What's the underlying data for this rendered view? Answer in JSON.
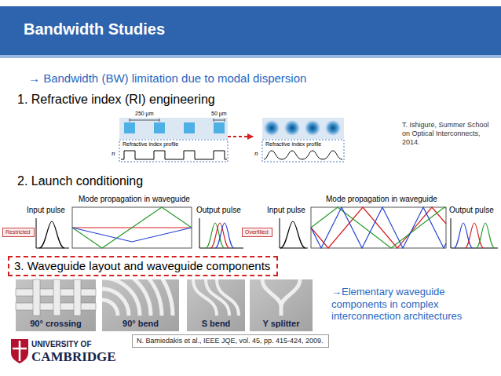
{
  "diagram": {
    "title": "Bandwidth Studies",
    "nodes": [
      {
        "text": [
          "250 µm",
          "50 µm",
          "Refractive index profile",
          "n"
        ]
      },
      {
        "text": [
          "Refractive index profile",
          "n"
        ]
      },
      {
        "text": [
          "Restricted"
        ]
      },
      {
        "text": [
          "Overfilled"
        ]
      },
      {
        "text": [
          "3. Waveguide layout and waveguide components"
        ]
      },
      {
        "text": [
          "90° crossing"
        ]
      },
      {
        "text": [
          "90° bend"
        ]
      },
      {
        "text": [
          "S bend"
        ]
      },
      {
        "text": [
          "Y splitter"
        ]
      },
      {
        "text": [
          "N. Bamiedakis et al., IEEE JQE, vol. 45, pp. 415-424, 2009."
        ]
      }
    ],
    "edges": [
      {
        "from": 0,
        "to": 1,
        "arrow": "to"
      }
    ],
    "labels": [
      "→ Bandwidth (BW) limitation due to modal dispersion",
      "1. Refractive index (RI) engineering",
      "T. Ishigure, Summer School on Optical Interconnects, 2014.",
      "2. Launch conditioning",
      "Input pulse",
      "Mode propagation in waveguide",
      "Output pulse",
      "Input pulse",
      "Mode propagation in waveguide",
      "Output pulse",
      "→Elementary waveguide components in complex interconnection architectures",
      "UNIVERSITY OF",
      "CAMBRIDGE"
    ]
  }
}
